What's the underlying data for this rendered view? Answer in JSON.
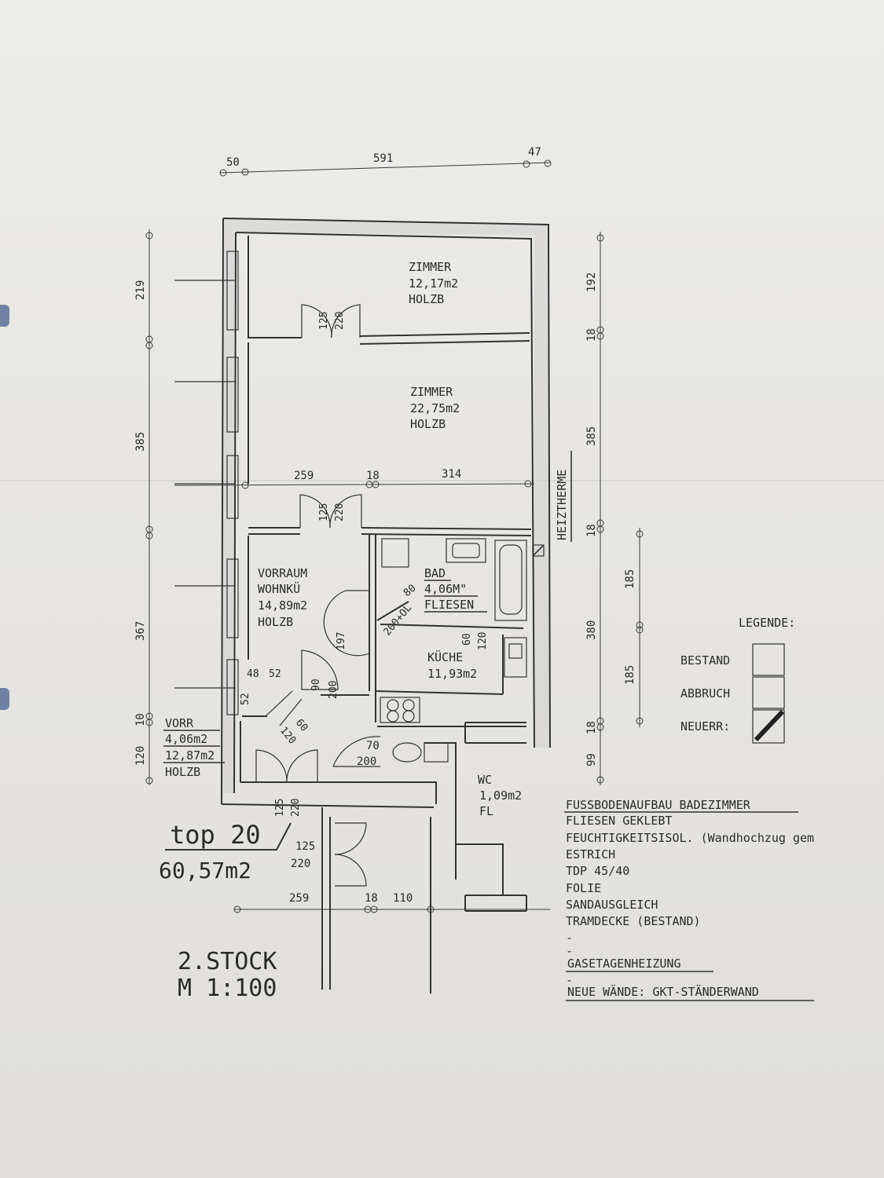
{
  "dims": {
    "top": [
      "50",
      "591",
      "47"
    ],
    "left": [
      "219",
      "385",
      "367",
      "10",
      "120"
    ],
    "right": [
      "192",
      "18",
      "385",
      "18",
      "380",
      "18",
      "99",
      "185",
      "185"
    ],
    "mid_row": [
      "259",
      "18",
      "314"
    ],
    "bottom_row": [
      "259",
      "18",
      "110"
    ]
  },
  "doors": {
    "d1": [
      "125",
      "220"
    ],
    "d2": [
      "125",
      "220"
    ],
    "d3": [
      "125",
      "220"
    ],
    "d4": [
      "125",
      "220"
    ],
    "bath_80": "80",
    "bath_200": "200+OL",
    "vr_197": "197",
    "vr_90": "90",
    "vr_200": "200",
    "vr_48": "48",
    "vr_52": "52",
    "vr_52b": "52",
    "vr_60": "60",
    "vr_120": "120",
    "kue_60": "60",
    "kue_120": "120",
    "wc_70": "70",
    "wc_200": "200"
  },
  "rooms": {
    "zimmer1": {
      "name": "ZIMMER",
      "area": "12,17m2",
      "floor": "HOLZB"
    },
    "zimmer2": {
      "name": "ZIMMER",
      "area": "22,75m2",
      "floor": "HOLZB"
    },
    "vorraum": {
      "name1": "VORRAUM",
      "name2": "WOHNKÜ",
      "area": "14,89m2",
      "floor": "HOLZB"
    },
    "bad": {
      "name": "BAD",
      "area": "4,06M\"",
      "floor": "FLIESEN"
    },
    "kueche": {
      "name": "KÜCHE",
      "area": "11,93m2"
    },
    "vorr": {
      "name": "VORR",
      "area": "4,06m2",
      "area2": "12,87m2",
      "floor": "HOLZB"
    },
    "wc": {
      "name": "WC",
      "area": "1,09m2",
      "floor": "FL"
    }
  },
  "heiztherme": "HEIZTHERME",
  "unit": {
    "title": "top 20",
    "area": "60,57m2"
  },
  "stamp": {
    "floor": "2.STOCK",
    "scale": "M 1:100"
  },
  "legend": {
    "title": "LEGENDE:",
    "items": [
      "BESTAND",
      "ABBRUCH",
      "NEUERR:"
    ]
  },
  "notes": {
    "title": "FUSSBODENAUFBAU BADEZIMMER",
    "lines": [
      "FLIESEN GEKLEBT",
      "FEUCHTIGKEITSISOL. (Wandhochzug gem",
      "ESTRICH",
      "TDP 45/40",
      "FOLIE",
      "SANDAUSGLEICH",
      "TRAMDECKE (BESTAND)",
      "-",
      "-"
    ],
    "heating": "GASETAGENHEIZUNG",
    "dash": "-",
    "walls": "NEUE WÄNDE: GKT-STÄNDERWAND"
  }
}
